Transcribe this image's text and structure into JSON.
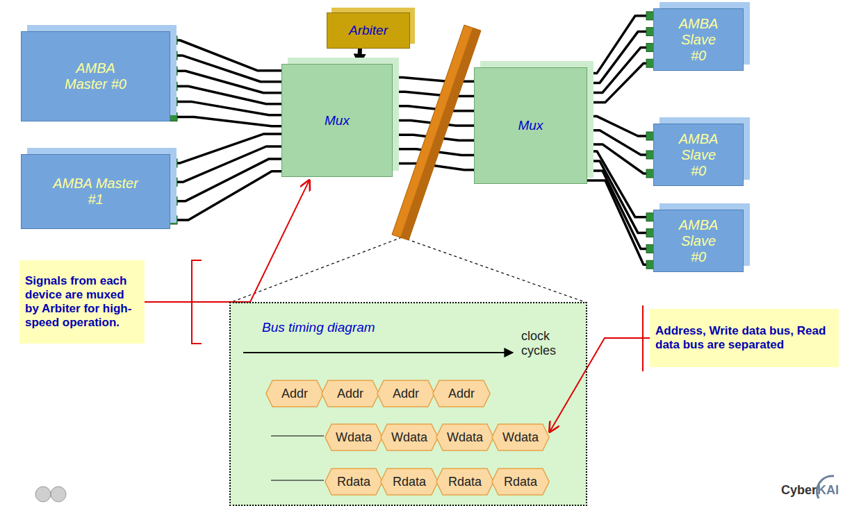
{
  "diagram": {
    "nodes": [
      {
        "text": [
          "AMBA Master #0"
        ]
      },
      {
        "text": [
          "Arbiter"
        ]
      },
      {
        "text": [
          "Mux"
        ]
      },
      {
        "text": [
          "Mux"
        ]
      },
      {
        "text": [
          "AMBA Slave #0"
        ]
      },
      {
        "text": [
          "AMBA Slave #0"
        ]
      },
      {
        "text": [
          "AMBA Slave #0"
        ]
      },
      {
        "text": [
          "AMBA Master #1"
        ]
      },
      {
        "text": [
          "Signals from each device are muxed by Arbiter for high-speed operation."
        ]
      },
      {
        "text": [
          "Bus timing diagram"
        ]
      },
      {
        "text": [
          "Addr"
        ],
        "in": 9
      },
      {
        "text": [
          "Addr"
        ],
        "in": 9
      },
      {
        "text": [
          "Addr"
        ],
        "in": 9
      },
      {
        "text": [
          "Addr"
        ],
        "in": 9
      },
      {
        "text": [
          "Wdata"
        ],
        "in": 9
      },
      {
        "text": [
          "Wdata"
        ],
        "in": 9
      },
      {
        "text": [
          "Wdata"
        ],
        "in": 9
      },
      {
        "text": [
          "Wdata"
        ],
        "in": 9
      },
      {
        "text": [
          "Rdata"
        ],
        "in": 9
      },
      {
        "text": [
          "Rdata"
        ],
        "in": 9
      },
      {
        "text": [
          "Rdata"
        ],
        "in": 9
      },
      {
        "text": [
          "Rdata"
        ],
        "in": 9
      },
      {
        "text": [
          "Address, Write data bus, Read data bus are separated"
        ]
      }
    ],
    "edges": [
      {
        "from": 1,
        "to": 2,
        "arrow": "to"
      },
      {
        "from": 0,
        "to": 2,
        "arrow": "none"
      },
      {
        "from": 7,
        "to": 2,
        "arrow": "none"
      },
      {
        "from": 2,
        "to": 3,
        "arrow": "none"
      },
      {
        "from": 3,
        "to": 4,
        "arrow": "none"
      },
      {
        "from": 3,
        "to": 5,
        "arrow": "none"
      },
      {
        "from": 3,
        "to": 6,
        "arrow": "none"
      },
      {
        "from": 8,
        "to": 2,
        "arrow": "to"
      },
      {
        "from": 22,
        "to": 17,
        "arrow": "to"
      }
    ],
    "labels": [
      "clock cycles",
      "Cyber",
      "KAI"
    ]
  }
}
